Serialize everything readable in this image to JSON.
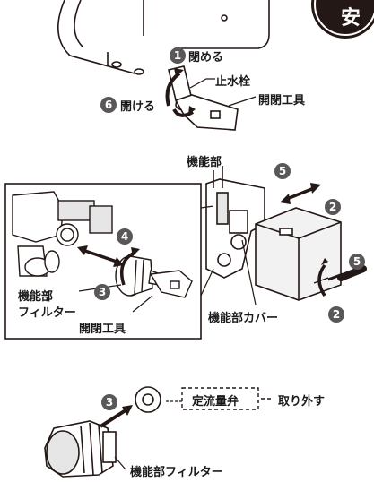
{
  "badge": {
    "char": "安"
  },
  "top": {
    "step_close_num": "1",
    "step_close_label": "閉める",
    "valve_label": "止水栓",
    "step_open_num": "6",
    "step_open_label": "開ける",
    "tool_label": "開閉工具"
  },
  "middle": {
    "unit_label": "機能部",
    "num_5a": "5",
    "num_2a": "2",
    "num_4": "4",
    "num_3": "3",
    "num_5b": "5",
    "num_2b": "2",
    "filter_label_1": "機能部",
    "filter_label_2": "フィルター",
    "tool_label": "開閉工具",
    "cover_label": "機能部カバー"
  },
  "bottom": {
    "num_3": "3",
    "valve_label": "定流量弁",
    "remove_label": "取り外す",
    "filter_label": "機能部フィルター"
  },
  "colors": {
    "circle": "#595757",
    "line": "#231815",
    "box_fill": "#f2f2f2"
  }
}
